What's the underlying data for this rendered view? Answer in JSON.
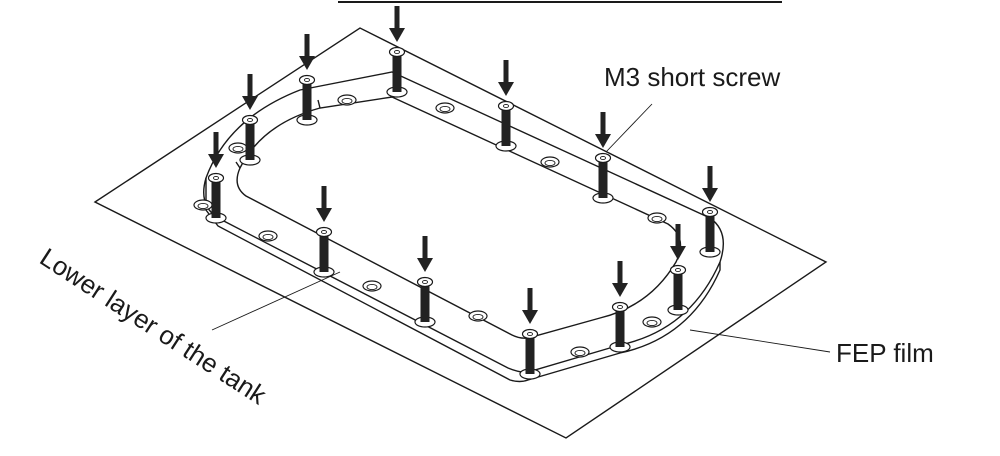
{
  "labels": {
    "screw": "M3 short screw",
    "film": "FEP film",
    "tank_layer": "Lower layer of the tank"
  },
  "colors": {
    "line": "#1a1a1a",
    "screw_body": "#222222",
    "ring_fill": "#ffffff",
    "background": "#ffffff"
  },
  "icons": {
    "arrow": "down-arrow-icon",
    "screw": "screw-icon",
    "hole": "screw-hole-icon"
  }
}
